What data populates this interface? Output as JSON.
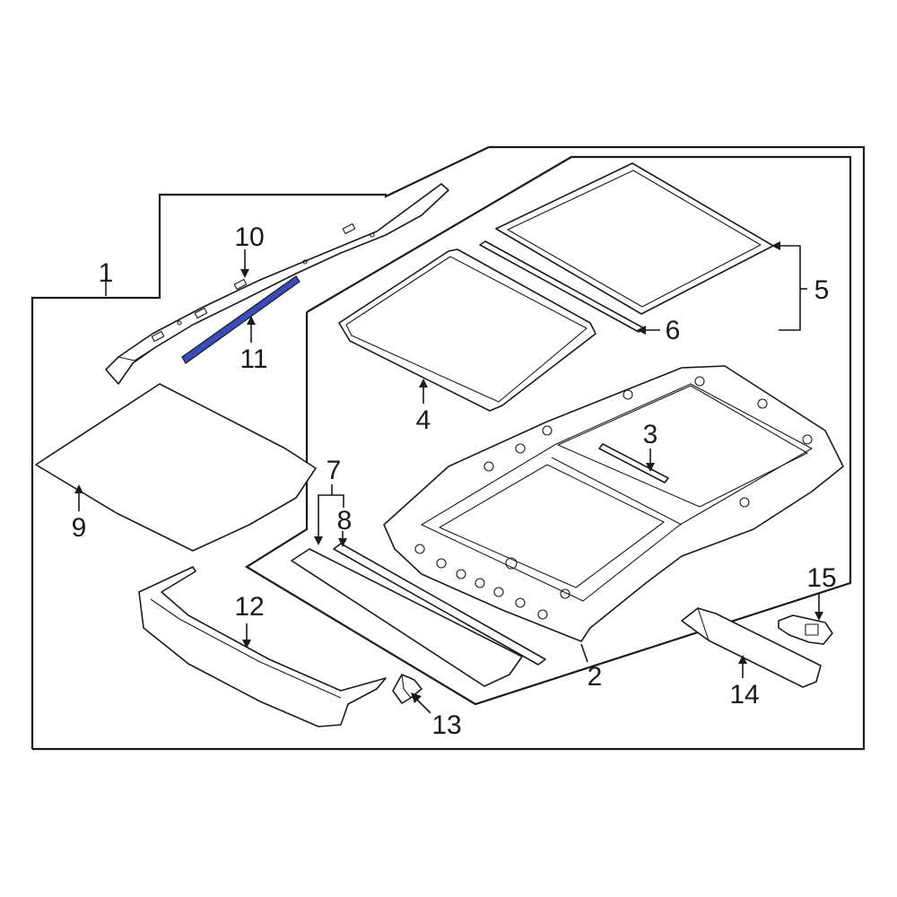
{
  "callouts": {
    "c1": "1",
    "c2": "2",
    "c3": "3",
    "c4": "4",
    "c5": "5",
    "c6": "6",
    "c7": "7",
    "c8": "8",
    "c9": "9",
    "c10": "10",
    "c11": "11",
    "c12": "12",
    "c13": "13",
    "c14": "14",
    "c15": "15"
  },
  "colors": {
    "line": "#1a1a1a",
    "highlight_part": "#3b4cb8",
    "background": "#ffffff"
  }
}
